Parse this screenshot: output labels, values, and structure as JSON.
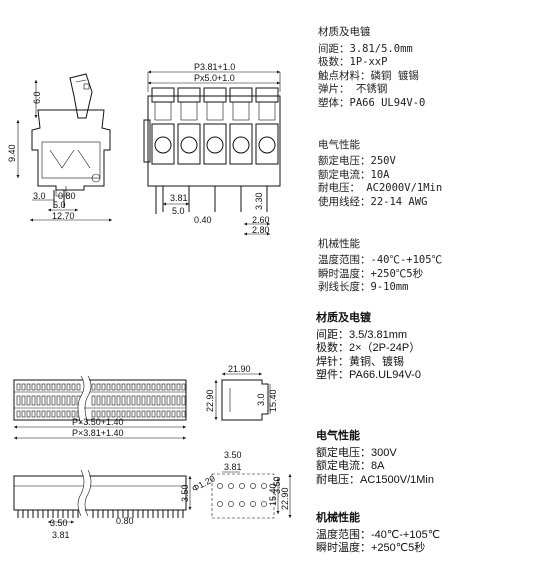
{
  "top_dims": {
    "p381": "P3.81+1.0",
    "p50": "Px5.0+1.0",
    "d60": "6.0",
    "d940": "9.40",
    "d30": "3.0",
    "d080": "0.80",
    "d50": "5.0",
    "d1270": "12.70",
    "d381b": "3.81",
    "d50b": "5.0",
    "d040": "0.40",
    "d330": "3.30",
    "d260": "2.60",
    "d280": "2.80"
  },
  "bottom_dims": {
    "p350": "P×3.50+1.40",
    "p381": "P×3.81+1.40",
    "d2190": "21.90",
    "d2290": "22.90",
    "d30": "3.0",
    "d1540": "15.40",
    "d350": "3.50",
    "d381": "3.81",
    "phi": "Φ1.20",
    "d350v": "3.50",
    "d1540b": "15.40",
    "d2290b": "22.90",
    "d350b": "3.50",
    "d381b": "3.81",
    "d080": "0.80"
  },
  "spec1": {
    "material_title": "材质及电镀",
    "material": [
      "间距：3.81/5.0mm",
      "极数：1P-xxP",
      "触点材料：磷铜 镀锡",
      "弹片：  不锈钢",
      "塑体：PA66 UL94V-0"
    ],
    "electrical_title": "电气性能",
    "electrical": [
      "额定电压：250V",
      "额定电流：10A",
      "耐电压：  AC2000V/1Min",
      "使用线经：22-14 AWG"
    ],
    "mechanical_title": "机械性能",
    "mechanical": [
      "温度范围：-40℃-+105℃",
      "瞬时温度：+250℃5秒",
      "剥线长度：9-10mm"
    ]
  },
  "spec2": {
    "material_title": "材质及电镀",
    "material": [
      "间距：3.5/3.81mm",
      "极数：2×（2P-24P）",
      "焊针：黄铜、镀锡",
      "塑件：PA66.UL94V-0"
    ],
    "electrical_title": "电气性能",
    "electrical": [
      "额定电压：300V",
      "额定电流：8A",
      "耐电压：AC1500V/1Min"
    ],
    "mechanical_title": "机械性能",
    "mechanical": [
      "温度范围：-40℃-+105℃",
      "瞬时温度：+250℃5秒"
    ]
  }
}
